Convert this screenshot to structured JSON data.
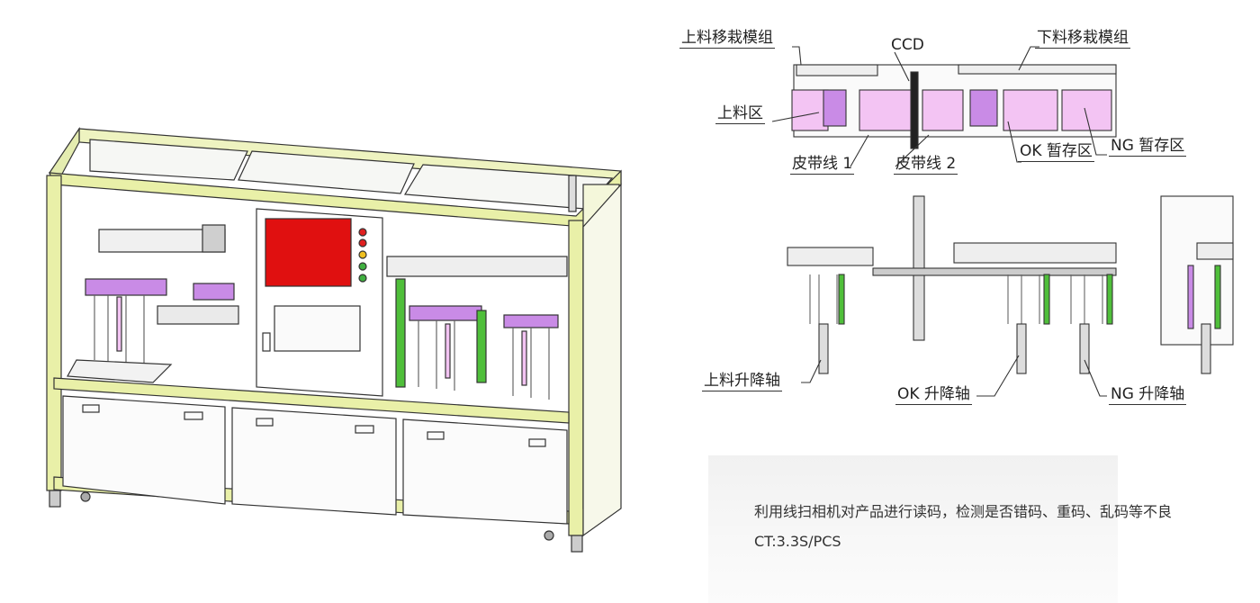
{
  "labels": {
    "loading_transfer_module": "上料移栽模组",
    "ccd": "CCD",
    "unloading_transfer_module": "下料移栽模组",
    "loading_zone": "上料区",
    "belt_line_1": "皮带线 1",
    "belt_line_2": "皮带线 2",
    "ok_buffer_zone": "OK 暂存区",
    "ng_buffer_zone": "NG 暂存区",
    "loading_lift_axis": "上料升降轴",
    "ok_lift_axis": "OK 升降轴",
    "ng_lift_axis": "NG 升降轴"
  },
  "info": {
    "description": "利用线扫相机对产品进行读码，检测是否错码、重码、乱码等不良",
    "cycle_time": "CT:3.3S/PCS"
  },
  "colors": {
    "frame": "#e9f0a8",
    "screen": "#e01010",
    "module": "#c98be6",
    "module_light": "#f3c4f3",
    "green_bar": "#4fbf3a",
    "line": "#333333"
  }
}
